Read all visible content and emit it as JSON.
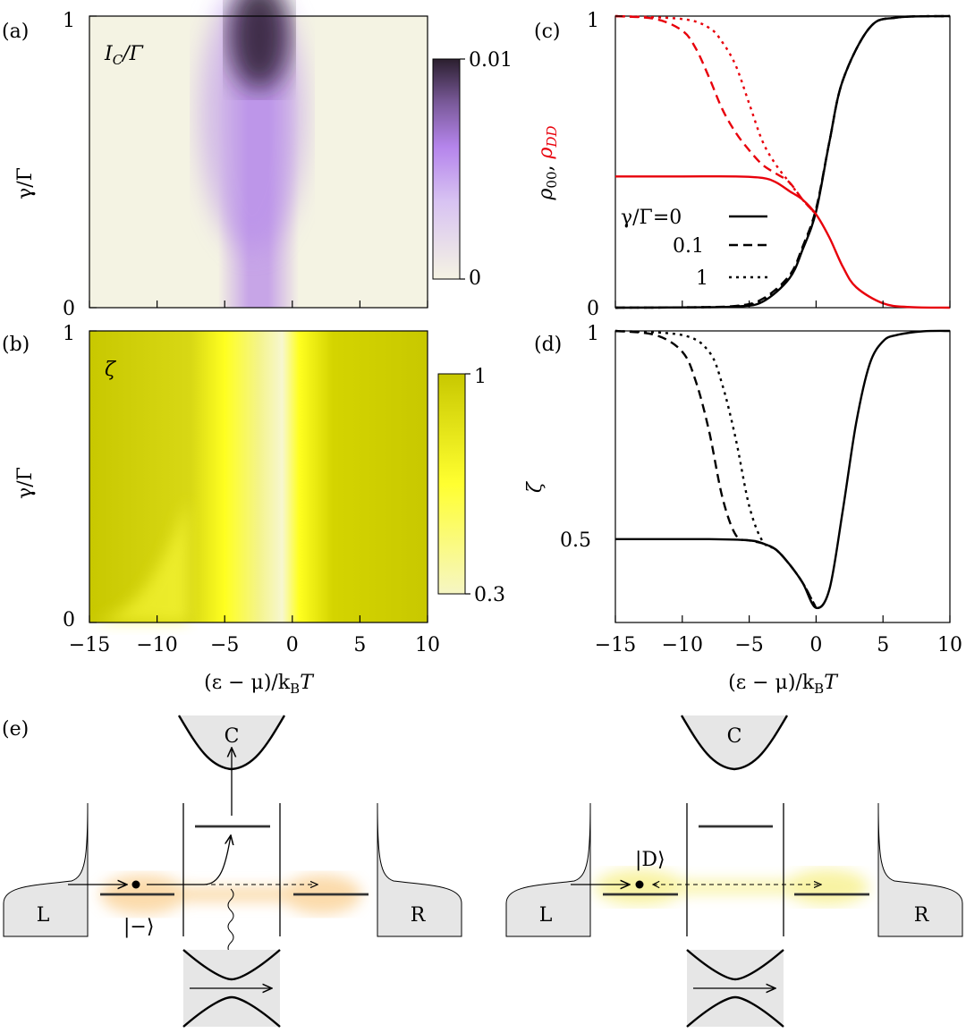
{
  "figure": {
    "panel_labels": {
      "a": "(a)",
      "b": "(b)",
      "c": "(c)",
      "d": "(d)",
      "e": "(e)"
    },
    "shared": {
      "xlabel": "(ε − μ)/k",
      "xlabel_sub": "B",
      "xlabel_end": "T",
      "ylabel_left": "γ/Γ",
      "x_ticks": [
        "−15",
        "−10",
        "−5",
        "0",
        "5",
        "10"
      ],
      "xlim": [
        -15,
        10
      ]
    },
    "panel_a": {
      "inset_label": "I",
      "inset_label_sub": "C",
      "inset_label_end": "/Γ",
      "y_ticks": [
        "0",
        "1"
      ],
      "colorbar_max": "0.01",
      "colorbar_min": "0",
      "colors": [
        "#f5f3e3",
        "#c390f0",
        "#a878e8",
        "#2b1f2f"
      ]
    },
    "panel_b": {
      "inset_label": "ζ",
      "y_ticks": [
        "0",
        "1"
      ],
      "colorbar_max": "1",
      "colorbar_min": "0.3",
      "colors": [
        "#c8c800",
        "#ffff30",
        "#f6f6c4"
      ]
    },
    "panel_c": {
      "ylabel_black": "ρ",
      "ylabel_black_sub": "00",
      "ylabel_red": "ρ",
      "ylabel_red_sub": "DD",
      "y_ticks": [
        "0",
        "1"
      ],
      "legend_title": "γ/Γ=0",
      "legend_items": [
        "0.1",
        "1"
      ],
      "red": "#e8000b"
    },
    "panel_d": {
      "ylabel": "ζ",
      "y_ticks": [
        "0.5",
        "1"
      ]
    },
    "panel_e": {
      "left": {
        "lead_left": "L",
        "lead_right": "R",
        "cavity": "C",
        "state": "|−⟩"
      },
      "right": {
        "lead_left": "L",
        "lead_right": "R",
        "cavity": "C",
        "state": "|D⟩"
      },
      "orange": "#fbd7a2",
      "yellow": "#f8f29a"
    }
  },
  "chart_data": [
    {
      "type": "heatmap",
      "panel": "a",
      "x": "(ε − μ)/kBT",
      "y": "γ/Γ",
      "xlim": [
        -15,
        10
      ],
      "ylim": [
        0,
        1
      ],
      "colorbar": [
        0,
        0.01
      ],
      "peak": {
        "x": -2,
        "y": 1,
        "value": 0.01
      }
    },
    {
      "type": "heatmap",
      "panel": "b",
      "x": "(ε − μ)/kBT",
      "y": "γ/Γ",
      "xlim": [
        -15,
        10
      ],
      "ylim": [
        0,
        1
      ],
      "colorbar": [
        0.3,
        1
      ]
    },
    {
      "type": "line",
      "panel": "c",
      "xlim": [
        -15,
        10
      ],
      "ylim": [
        0,
        1
      ],
      "series": [
        {
          "name": "γ/Γ=0",
          "quantity": "ρ00",
          "style": "solid",
          "color": "#000000",
          "x": [
            -15,
            -10,
            -6,
            -4,
            -2,
            -1,
            0,
            1,
            2,
            4,
            6,
            10
          ],
          "y": [
            0,
            0.001,
            0.004,
            0.02,
            0.1,
            0.2,
            0.33,
            0.57,
            0.78,
            0.96,
            0.995,
            1
          ]
        },
        {
          "name": "0.1",
          "quantity": "ρ00",
          "style": "dashed",
          "color": "#000000",
          "x": [
            -15,
            -10,
            -6,
            -4,
            -2,
            -1,
            0,
            1,
            2,
            4,
            6,
            10
          ],
          "y": [
            0,
            0.001,
            0.006,
            0.03,
            0.11,
            0.21,
            0.34,
            0.57,
            0.78,
            0.96,
            0.995,
            1
          ]
        },
        {
          "name": "1",
          "quantity": "ρ00",
          "style": "dotted",
          "color": "#000000",
          "x": [
            -15,
            -10,
            -6,
            -4,
            -2,
            -1,
            0,
            1,
            2,
            4,
            6,
            10
          ],
          "y": [
            0,
            0.001,
            0.005,
            0.025,
            0.105,
            0.205,
            0.335,
            0.57,
            0.78,
            0.96,
            0.995,
            1
          ]
        },
        {
          "name": "γ/Γ=0",
          "quantity": "ρDD",
          "style": "solid",
          "color": "#e8000b",
          "x": [
            -15,
            -10,
            -6,
            -4,
            -3,
            -2,
            -1,
            0,
            1,
            2,
            3,
            5,
            7,
            10
          ],
          "y": [
            0.45,
            0.45,
            0.45,
            0.445,
            0.43,
            0.4,
            0.37,
            0.32,
            0.24,
            0.14,
            0.07,
            0.015,
            0.002,
            0
          ]
        },
        {
          "name": "0.1",
          "quantity": "ρDD",
          "style": "dashed",
          "color": "#e8000b",
          "x": [
            -15,
            -12,
            -10,
            -9,
            -8,
            -7,
            -6,
            -5,
            -4,
            -3,
            -2,
            -1,
            0
          ],
          "y": [
            1,
            0.99,
            0.95,
            0.89,
            0.79,
            0.68,
            0.6,
            0.54,
            0.49,
            0.46,
            0.43,
            0.37,
            0.32
          ]
        },
        {
          "name": "1",
          "quantity": "ρDD",
          "style": "dotted",
          "color": "#e8000b",
          "x": [
            -15,
            -10,
            -8,
            -7,
            -6,
            -5,
            -4,
            -3,
            -2,
            -1,
            0
          ],
          "y": [
            1,
            0.99,
            0.96,
            0.91,
            0.83,
            0.7,
            0.57,
            0.49,
            0.43,
            0.37,
            0.32
          ]
        }
      ]
    },
    {
      "type": "line",
      "panel": "d",
      "xlim": [
        -15,
        10
      ],
      "ylim": [
        0.3,
        1
      ],
      "series": [
        {
          "name": "γ/Γ=0",
          "style": "solid",
          "x": [
            -15,
            -8,
            -5,
            -4,
            -3,
            -2,
            -1,
            0,
            1,
            2,
            3,
            4,
            5,
            6,
            8,
            10
          ],
          "y": [
            0.5,
            0.5,
            0.497,
            0.49,
            0.475,
            0.44,
            0.395,
            0.335,
            0.38,
            0.57,
            0.78,
            0.92,
            0.975,
            0.99,
            0.999,
            1
          ]
        },
        {
          "name": "0.1",
          "style": "dashed",
          "x": [
            -15,
            -12,
            -10,
            -9,
            -8,
            -7,
            -6,
            -5,
            -4,
            -3,
            -2,
            -1,
            0
          ],
          "y": [
            1,
            0.99,
            0.95,
            0.88,
            0.76,
            0.6,
            0.51,
            0.497,
            0.49,
            0.475,
            0.44,
            0.395,
            0.335
          ]
        },
        {
          "name": "1",
          "style": "dotted",
          "x": [
            -15,
            -10,
            -8,
            -7,
            -6,
            -5,
            -4,
            -3,
            -2,
            -1,
            0
          ],
          "y": [
            1,
            0.99,
            0.95,
            0.87,
            0.74,
            0.58,
            0.495,
            0.475,
            0.44,
            0.395,
            0.335
          ]
        }
      ]
    }
  ]
}
